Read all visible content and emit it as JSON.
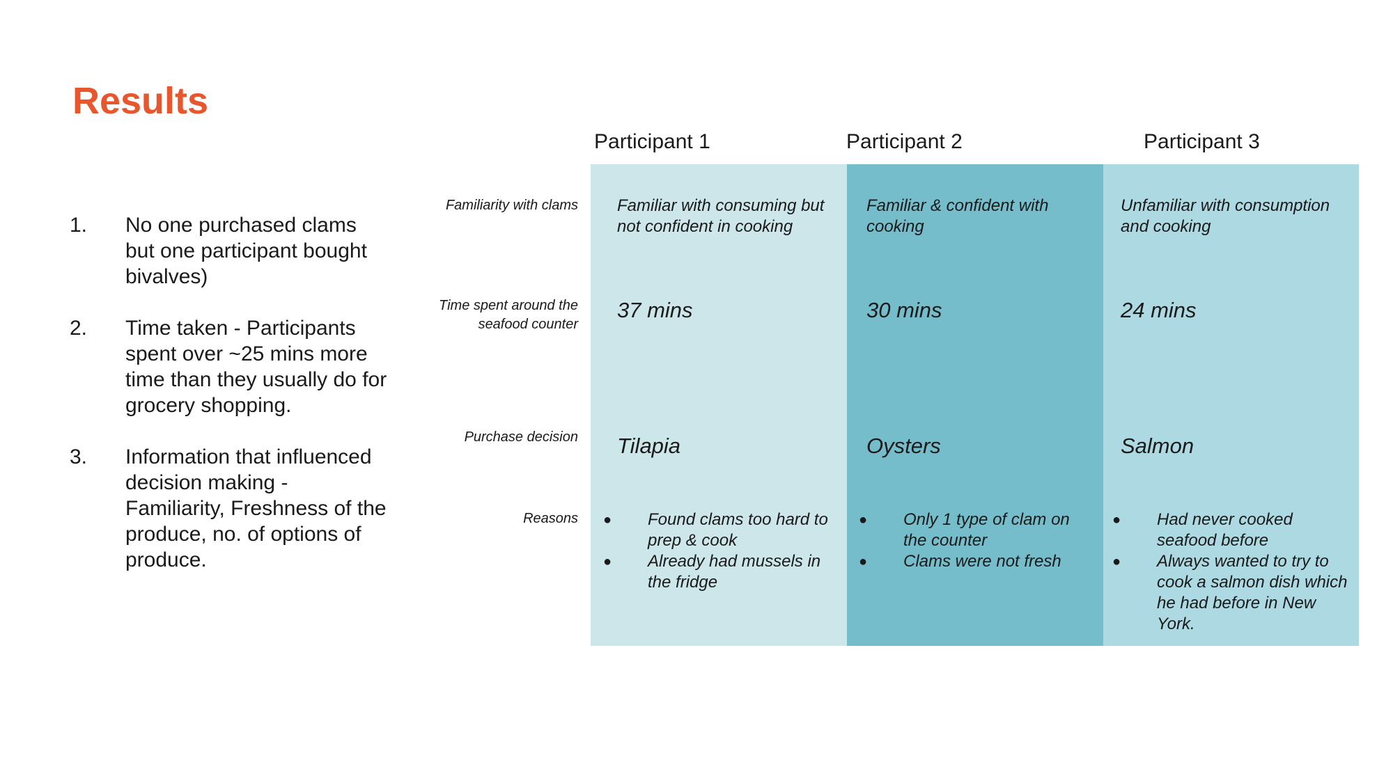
{
  "title": "Results",
  "colors": {
    "title": "#e8562e",
    "col1": "#cde6ea",
    "col2": "#75bdca",
    "col3": "#add9e2"
  },
  "findings": [
    {
      "num": "1.",
      "text": "No one purchased clams but one participant bought bivalves)"
    },
    {
      "num": "2.",
      "text": "Time taken - Participants spent over ~25 mins more time than they usually do for grocery shopping."
    },
    {
      "num": "3.",
      "text": "Information that influenced decision making - Familiarity, Freshness of the produce, no. of options of produce."
    }
  ],
  "row_labels": {
    "familiarity": "Familiarity with clams",
    "time": "Time spent around the seafood counter",
    "purchase": "Purchase decision",
    "reasons": "Reasons"
  },
  "bullet_glyph": "●",
  "participants": [
    {
      "name": "Participant 1",
      "familiarity": "Familiar with consuming but not confident in cooking",
      "time": "37 mins",
      "purchase": "Tilapia",
      "reasons": [
        "Found clams too hard to prep & cook",
        "Already had mussels in the fridge"
      ]
    },
    {
      "name": "Participant 2",
      "familiarity": "Familiar & confident with cooking",
      "time": "30 mins",
      "purchase": "Oysters",
      "reasons": [
        "Only 1 type of clam on the counter",
        "Clams were not fresh"
      ]
    },
    {
      "name": "Participant 3",
      "familiarity": "Unfamiliar with consumption and cooking",
      "time": "24 mins",
      "purchase": "Salmon",
      "reasons": [
        "Had never cooked seafood before",
        "Always wanted to try to cook a salmon dish which he had before in New York."
      ]
    }
  ]
}
